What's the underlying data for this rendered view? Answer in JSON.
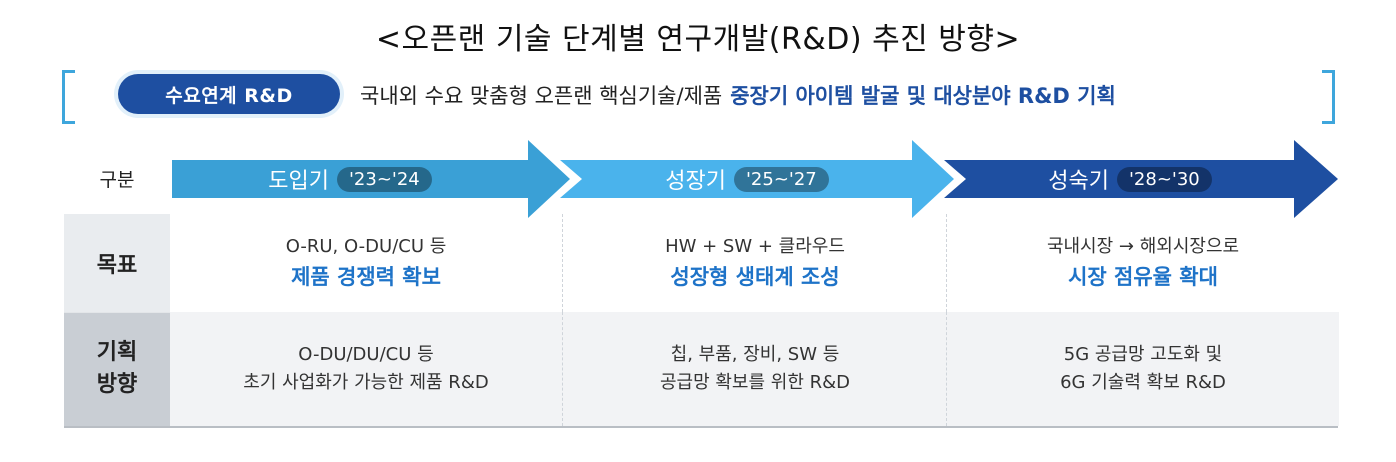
{
  "title": "<오픈랜 기술 단계별 연구개발(R&D) 추진 방향>",
  "banner": {
    "pill": "수요연계 R&D",
    "text": "국내외 수요 맞춤형 오픈랜 핵심기술/제품",
    "highlight": "중장기 아이템 발굴 및 대상분야 R&D 기획"
  },
  "rows": {
    "header": "구분",
    "goal": "목표",
    "plan_line1": "기획",
    "plan_line2": "방향"
  },
  "stages": [
    {
      "name": "도입기",
      "years": "'23~'24",
      "goal_line1": "O-RU, O-DU/CU 등",
      "goal_line2": "제품 경쟁력 확보",
      "plan_line1": "O-DU/DU/CU 등",
      "plan_line2": "초기 사업화가 가능한 제품 R&D"
    },
    {
      "name": "성장기",
      "years": "'25~'27",
      "goal_line1": "HW + SW + 클라우드",
      "goal_line2": "성장형 생태계 조성",
      "plan_line1": "칩, 부품, 장비, SW 등",
      "plan_line2": "공급망 확보를 위한 R&D"
    },
    {
      "name": "성숙기",
      "years": "'28~'30",
      "goal_line1": "국내시장 → 해외시장으로",
      "goal_line2": "시장 점유율 확대",
      "plan_line1": "5G 공급망 고도화 및",
      "plan_line2": "6G 기술력 확보 R&D"
    }
  ],
  "colors": {
    "arrow1": "#3aa0d6",
    "arrow2": "#4ab3ec",
    "arrow3": "#1e4fa1",
    "accent_text": "#1e73c8",
    "pill": "#1e4fa1"
  }
}
